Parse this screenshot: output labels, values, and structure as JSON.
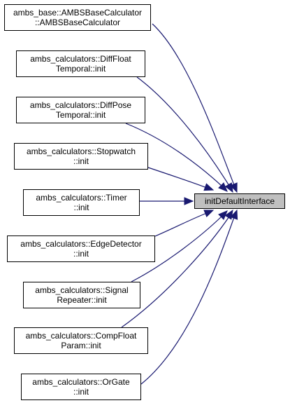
{
  "colors": {
    "edge": "#191970",
    "target_fill": "#bfbfbf",
    "node_fill": "#ffffff",
    "border": "#000000"
  },
  "target": {
    "label": "initDefaultInterface"
  },
  "callers": [
    {
      "line1": "ambs_base::AMBSBaseCalculator",
      "line2": "::AMBSBaseCalculator"
    },
    {
      "line1": "ambs_calculators::DiffFloat",
      "line2": "Temporal::init"
    },
    {
      "line1": "ambs_calculators::DiffPose",
      "line2": "Temporal::init"
    },
    {
      "line1": "ambs_calculators::Stopwatch",
      "line2": "::init"
    },
    {
      "line1": "ambs_calculators::Timer",
      "line2": "::init"
    },
    {
      "line1": "ambs_calculators::EdgeDetector",
      "line2": "::init"
    },
    {
      "line1": "ambs_calculators::Signal",
      "line2": "Repeater::init"
    },
    {
      "line1": "ambs_calculators::CompFloat",
      "line2": "Param::init"
    },
    {
      "line1": "ambs_calculators::OrGate",
      "line2": "::init"
    }
  ]
}
